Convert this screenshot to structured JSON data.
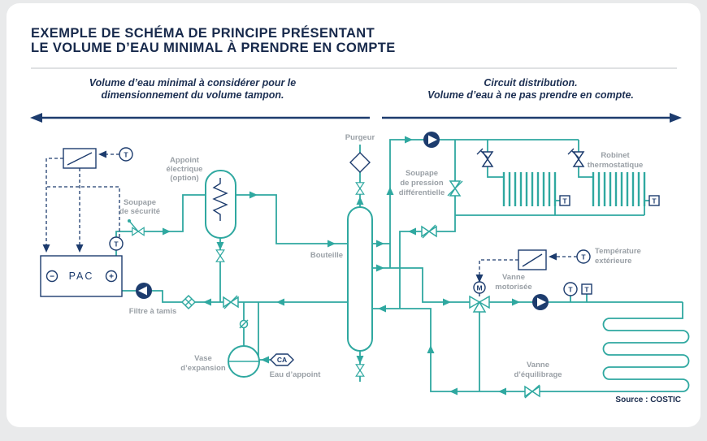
{
  "header": {
    "title_line1": "EXEMPLE DE SCHÉMA DE PRINCIPE PRÉSENTANT",
    "title_line2": "LE VOLUME D’EAU MINIMAL À PRENDRE EN COMPTE"
  },
  "annotations": {
    "left": [
      "Volume d’eau minimal à considérer pour le",
      "dimensionnement du volume tampon."
    ],
    "right": [
      "Circuit distribution.",
      "Volume d’eau à ne pas prendre en compte."
    ]
  },
  "labels": {
    "purgeur": "Purgeur",
    "appoint": [
      "Appoint",
      "électrique",
      "(option)"
    ],
    "soupape_securite": [
      "Soupape",
      "de sécurité"
    ],
    "pac": "PAC",
    "pac_minus": "−",
    "pac_plus": "+",
    "filtre": "Filtre à tamis",
    "bouteille": "Bouteille",
    "vase": [
      "Vase",
      "d’expansion"
    ],
    "eau_appoint": "Eau d’appoint",
    "ca": "CA",
    "soupape_pression": [
      "Soupape",
      "de pression",
      "différentielle"
    ],
    "robinet": [
      "Robinet",
      "thermostatique"
    ],
    "temperature": [
      "Température",
      "extérieure"
    ],
    "vanne_motorisee": [
      "Vanne",
      "motorisée"
    ],
    "vanne_equilibrage": [
      "Vanne",
      "d’équilibrage"
    ],
    "sensor_t": "T",
    "valve_m": "M"
  },
  "footer": {
    "source": "Source : COSTIC"
  },
  "colors": {
    "pipe_teal": "#2fa8a0",
    "control_navy": "#1d3c6e",
    "label_gray": "#9aa0a6",
    "title_navy": "#17294b",
    "background": "#e9eaeb",
    "card": "#ffffff"
  }
}
